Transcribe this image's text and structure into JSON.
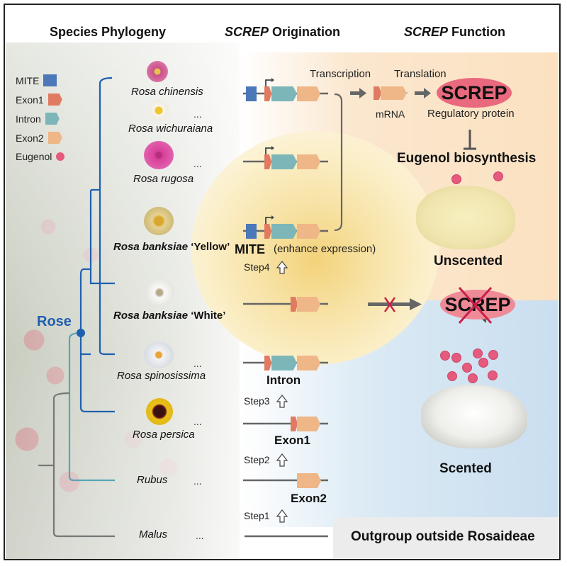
{
  "headers": {
    "phylogeny": "Species Phylogeny",
    "origination_italic": "SCREP",
    "origination_rest": " Origination",
    "function_italic": "SCREP",
    "function_rest": " Function"
  },
  "legend": [
    {
      "label": "MITE",
      "icon": "square",
      "color": "#4a78b8"
    },
    {
      "label": "Exon1",
      "icon": "gene-block",
      "color": "#e07b62"
    },
    {
      "label": "Intron",
      "icon": "gene-block",
      "color": "#7cb6b9"
    },
    {
      "label": "Exon2",
      "icon": "gene-block",
      "color": "#efb687"
    },
    {
      "label": "Eugenol",
      "icon": "dot",
      "color": "#e65a7e"
    }
  ],
  "tree": {
    "clade_label": "Rose",
    "clade_color": "#1f5fb0",
    "rubus_branch_color": "#5aa4b8",
    "outgroup_branch_color": "#777777"
  },
  "species": [
    {
      "name": "Rosa chinensis",
      "suffix": "",
      "more": ""
    },
    {
      "name": "Rosa wichuraiana",
      "suffix": "",
      "more": "..."
    },
    {
      "name": "Rosa rugosa",
      "suffix": "",
      "more": "..."
    },
    {
      "name": "Rosa banksiae",
      "suffix": " ‘Yellow’",
      "more": ""
    },
    {
      "name": "Rosa banksiae",
      "suffix": " ‘White’",
      "more": ""
    },
    {
      "name": "Rosa spinosissima",
      "suffix": "",
      "more": "..."
    },
    {
      "name": "Rosa persica",
      "suffix": "",
      "more": "..."
    },
    {
      "name": "Rubus",
      "suffix": "",
      "more": "..."
    },
    {
      "name": "Malus",
      "suffix": "",
      "more": "..."
    }
  ],
  "origination": {
    "mite_label": "MITE",
    "mite_note": "(enhance expression)",
    "intron_label": "Intron",
    "exon1_label": "Exon1",
    "exon2_label": "Exon2",
    "steps": [
      "Step4",
      "Step3",
      "Step2",
      "Step1"
    ]
  },
  "function": {
    "transcription": "Transcription",
    "translation": "Translation",
    "mrna": "mRNA",
    "protein": "SCREP",
    "protein_desc": "Regulatory protein",
    "pathway": "Eugenol biosynthesis",
    "unscented": "Unscented",
    "scented": "Scented",
    "blocked_protein": "SCREP",
    "outgroup": "Outgroup outside Rosaideae"
  },
  "colors": {
    "screp": "#e9697e",
    "eugenol": "#e65a7e",
    "cross": "#c8204a",
    "orange_panel": "#fbe3c5",
    "blue_panel": "#cfe2f1"
  }
}
